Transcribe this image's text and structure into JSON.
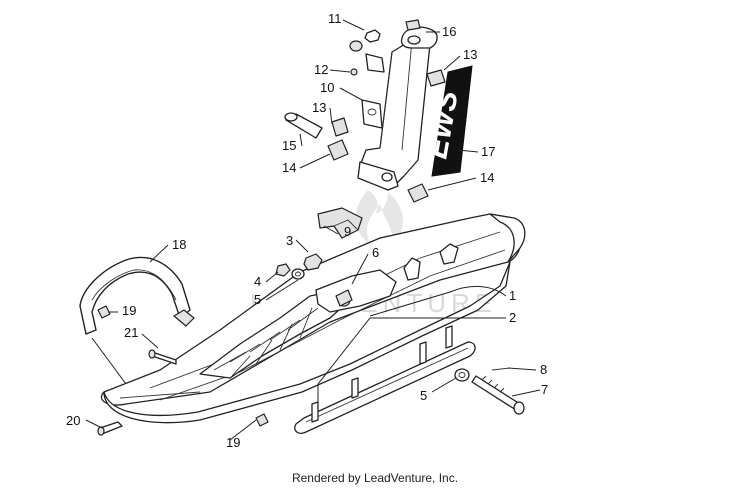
{
  "credit": "Rendered by LeadVenture, Inc.",
  "watermark": "LEADVENTURE",
  "decal_text": "EWS",
  "callouts": {
    "c11": "11",
    "c16": "16",
    "c13a": "13",
    "c12": "12",
    "c10": "10",
    "c13b": "13",
    "c15": "15",
    "c14a": "14",
    "c17": "17",
    "c14b": "14",
    "c9": "9",
    "c3": "3",
    "c6": "6",
    "c18": "18",
    "c4": "4",
    "c5a": "5",
    "c1": "1",
    "c19a": "19",
    "c2": "2",
    "c21": "21",
    "c8": "8",
    "c7": "7",
    "c5b": "5",
    "c20": "20",
    "c19b": "19"
  }
}
